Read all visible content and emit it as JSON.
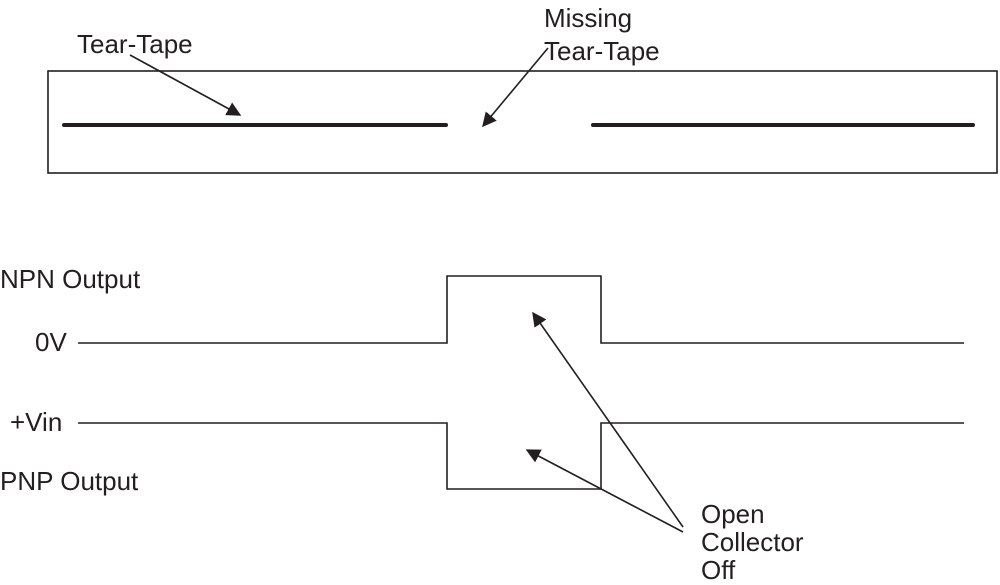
{
  "labels": {
    "tear_tape": "Tear-Tape",
    "missing_line1": "Missing",
    "missing_line2": "Tear-Tape",
    "npn_output": "NPN Output",
    "zero_v": "0V",
    "plus_vin": "+Vin",
    "pnp_output": "PNP Output",
    "open_line1": "Open",
    "open_line2": "Collector",
    "open_line3": "Off"
  },
  "colors": {
    "ink": "#231f20",
    "background": "#ffffff"
  }
}
